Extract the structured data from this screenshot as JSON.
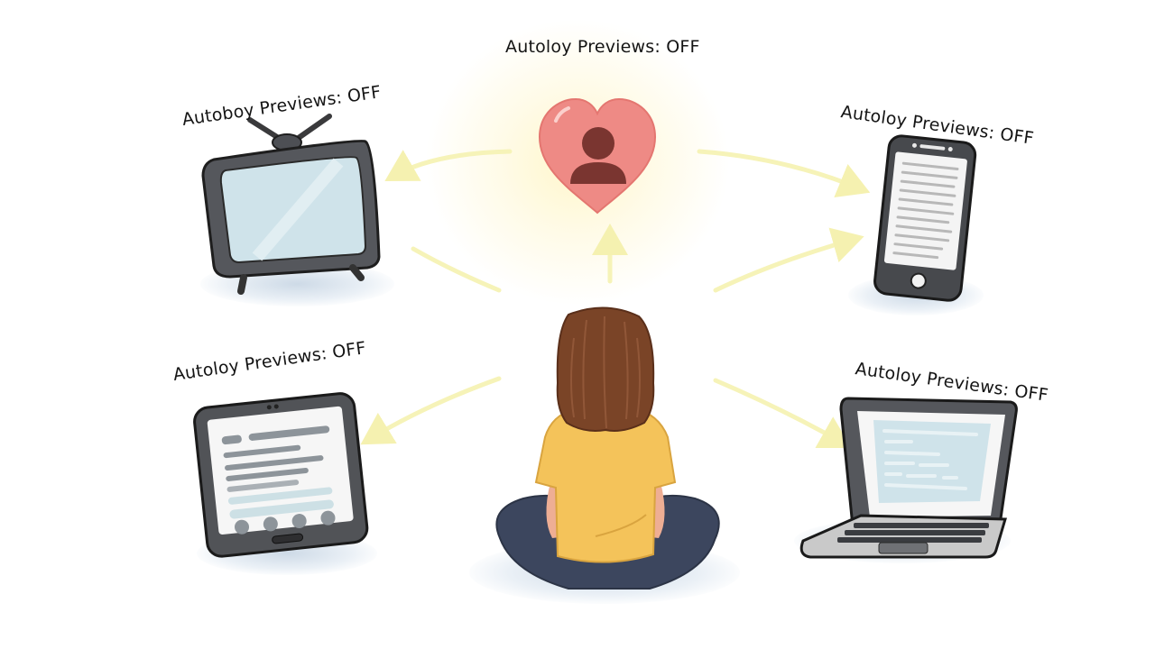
{
  "labels": {
    "center": "Autoloy Previews: OFF",
    "tv": "Autoboy Previews: OFF",
    "phone": "Autoloy Previews: OFF",
    "tablet": "Autoloy Previews: OFF",
    "laptop": "Autoloy Previews: OFF"
  },
  "icons": {
    "center": "heart-with-person-icon",
    "tv": "retro-tv-icon",
    "phone": "smartphone-icon",
    "tablet": "tablet-icon",
    "laptop": "laptop-icon",
    "person": "seated-person-back-view"
  },
  "colors": {
    "background": "#ffffff",
    "heart": "#ee8a85",
    "heart_person": "#7a3530",
    "arrow": "#f6f3b8",
    "device_frame": "#4a4a4c",
    "screen": "#cfe3ea",
    "shirt": "#f4c35a",
    "hair": "#7a4427",
    "pants": "#3c465e",
    "text": "#141414"
  }
}
